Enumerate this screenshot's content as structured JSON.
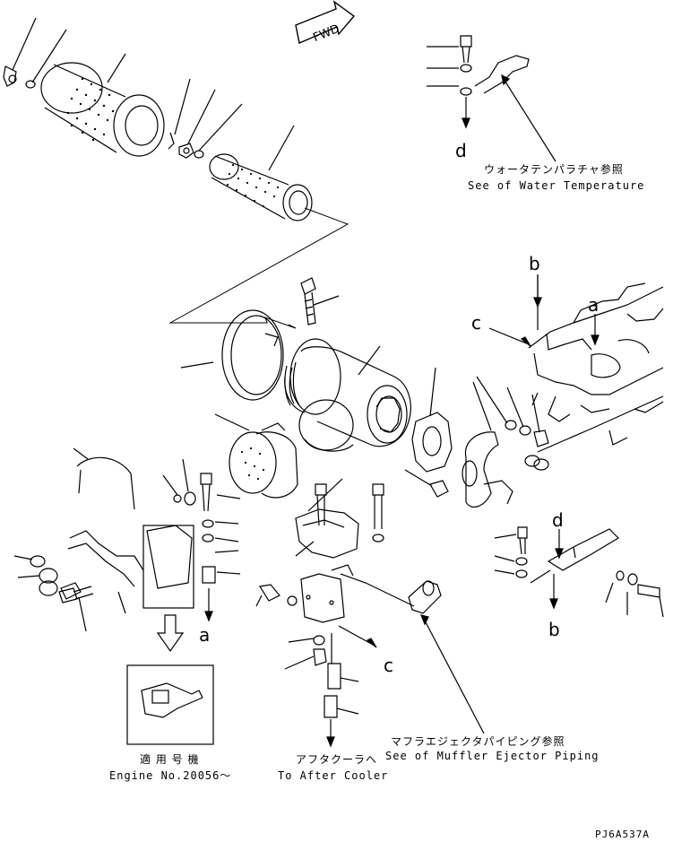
{
  "fwd_label": "FWD",
  "refs": {
    "a1": "a",
    "a2": "a",
    "b1": "b",
    "b2": "b",
    "c1": "c",
    "c2": "c",
    "d1": "d",
    "d2": "d"
  },
  "notes": {
    "water_temp_jp": "ウォータテンパラチャ参照",
    "water_temp_en": "See of Water Temperature",
    "muffler_jp": "マフラエジェクタパイピング参照",
    "muffler_en": "See of Muffler Ejector Piping",
    "aftercooler_jp": "アフタクーラへ",
    "aftercooler_en": "To After Cooler",
    "serial_jp": "適 用 号 機",
    "serial_en": "Engine No.20056～"
  },
  "drawing_code": "PJ6A537A"
}
